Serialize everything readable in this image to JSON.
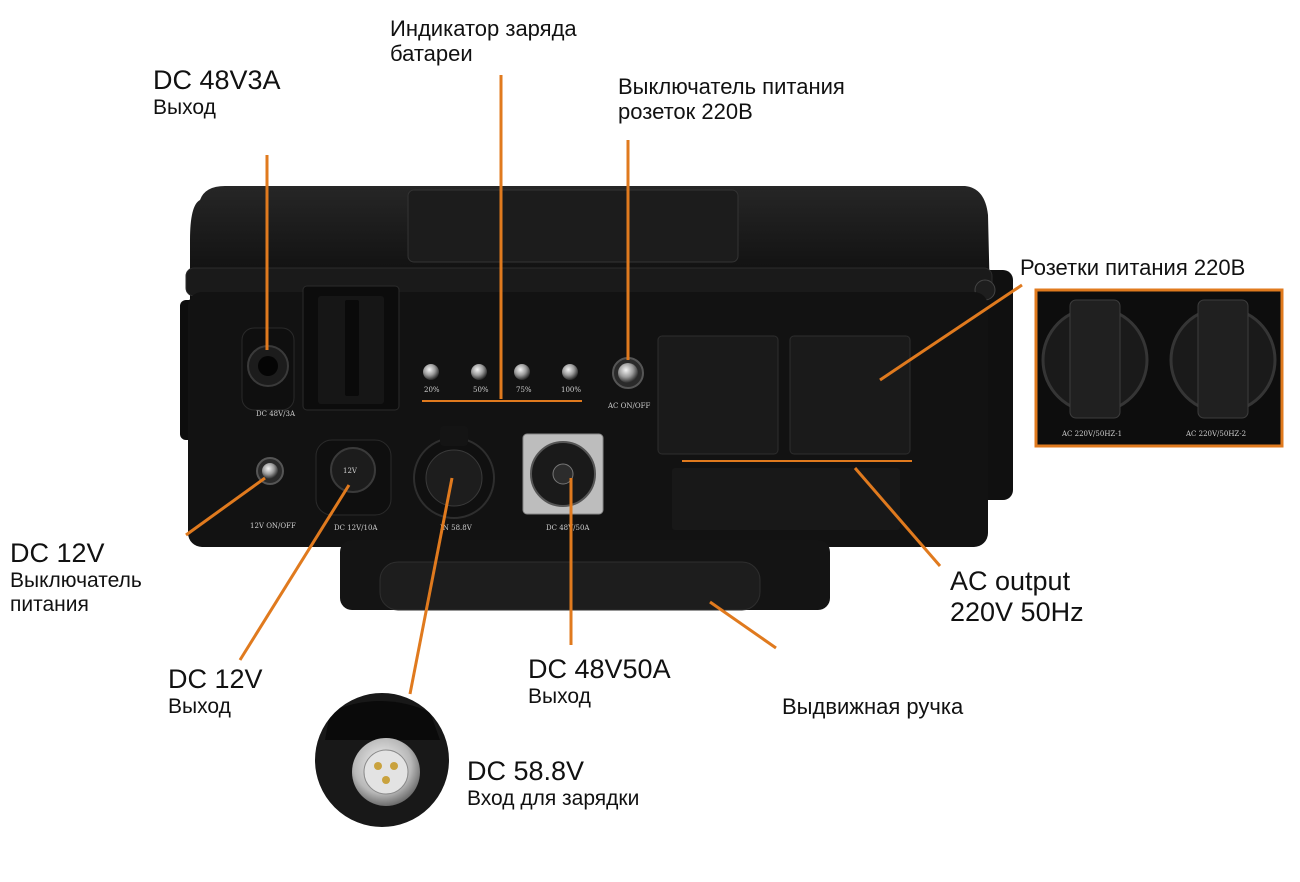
{
  "colors": {
    "leader": "#e07a1e",
    "case": "#141414",
    "label_text": "#111111"
  },
  "labels": {
    "dc48v3a": {
      "title": "DC 48V3A",
      "sub": "Выход"
    },
    "battery_indicator": {
      "line1": "Индикатор заряда",
      "line2": "батареи"
    },
    "ac_switch": {
      "line1": "Выключатель питания",
      "line2": "розеток 220В"
    },
    "sockets": {
      "title": "Розетки питания 220В"
    },
    "dc12v_switch": {
      "title": "DC 12V",
      "line2": "Выключатель",
      "line3": "питания"
    },
    "dc12v_out": {
      "title": "DC 12V",
      "sub": "Выход"
    },
    "ac_output": {
      "line1": "AC output",
      "line2": "220V 50Hz"
    },
    "dc48v50a": {
      "title": "DC 48V50A",
      "sub": "Выход"
    },
    "handle": {
      "title": "Выдвижная ручка"
    },
    "dc58v": {
      "title": "DC 58.8V",
      "sub": "Вход для зарядки"
    }
  },
  "panel_marks": {
    "dc48_3a": "DC 48V/3A",
    "led_20": "20%",
    "led_50": "50%",
    "led_75": "75%",
    "led_100": "100%",
    "ac_onoff": "AC ON/OFF",
    "v12_onoff": "12V ON/OFF",
    "dc12_10a": "DC 12V/10A",
    "in58": "IN 58.8V",
    "dc48_50a": "DC 48V/50A",
    "socket_mark": "12V",
    "ac1": "AC 220V/50HZ-1",
    "ac2": "AC 220V/50HZ-2"
  }
}
